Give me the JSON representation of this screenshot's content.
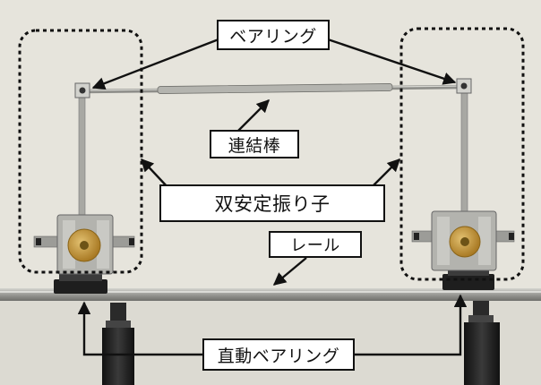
{
  "labels": {
    "bearing": "ベアリング",
    "connecting_rod": "連結棒",
    "bistable_pendulum": "双安定振り子",
    "rail": "レール",
    "linear_bearing": "直動ベアリング"
  },
  "colors": {
    "background": "#e8e6df",
    "rail": "#9a9a96",
    "metal": "#b9b9b4",
    "dark_metal": "#2a2a2a",
    "gear": "#c79a3a",
    "label_bg": "#ffffff",
    "label_border": "#111111",
    "arrow": "#111111"
  }
}
